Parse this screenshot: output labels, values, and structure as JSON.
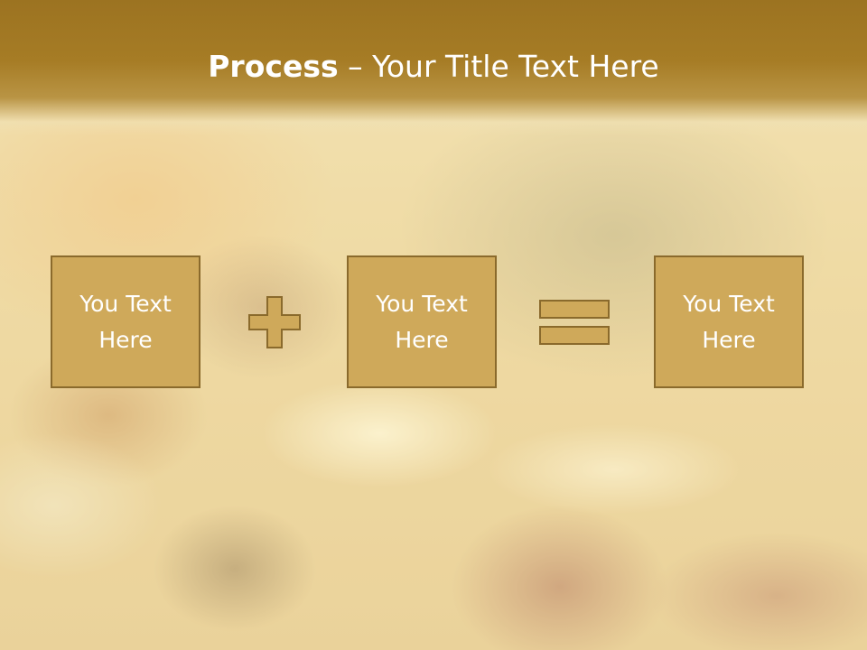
{
  "slide": {
    "title_bold": "Process",
    "title_rest": " – Your Title Text Here",
    "boxes": [
      {
        "text": "You Text Here"
      },
      {
        "text": "You Text Here"
      },
      {
        "text": "You Text Here"
      }
    ],
    "operators": [
      "plus-icon",
      "equals-icon"
    ],
    "colors": {
      "title_band": "#a67c25",
      "box_fill": "#cfa95a",
      "box_border": "#8a6a2c",
      "text": "#ffffff"
    }
  }
}
